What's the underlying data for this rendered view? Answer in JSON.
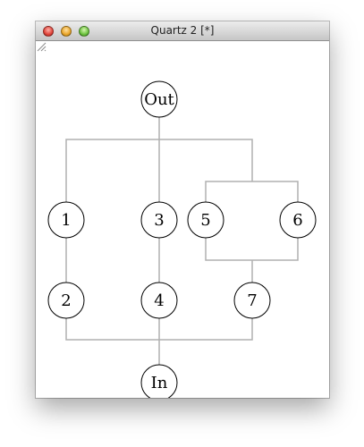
{
  "window": {
    "title": "Quartz 2 [*]"
  },
  "graph": {
    "nodes": [
      {
        "id": "out",
        "label": "Out"
      },
      {
        "id": "n1",
        "label": "1"
      },
      {
        "id": "n3",
        "label": "3"
      },
      {
        "id": "n5",
        "label": "5"
      },
      {
        "id": "n6",
        "label": "6"
      },
      {
        "id": "n2",
        "label": "2"
      },
      {
        "id": "n4",
        "label": "4"
      },
      {
        "id": "n7",
        "label": "7"
      },
      {
        "id": "in",
        "label": "In"
      }
    ]
  },
  "icons": {
    "close": "close-icon",
    "minimize": "minimize-icon",
    "zoom": "zoom-icon",
    "resize": "resize-grip-icon"
  }
}
